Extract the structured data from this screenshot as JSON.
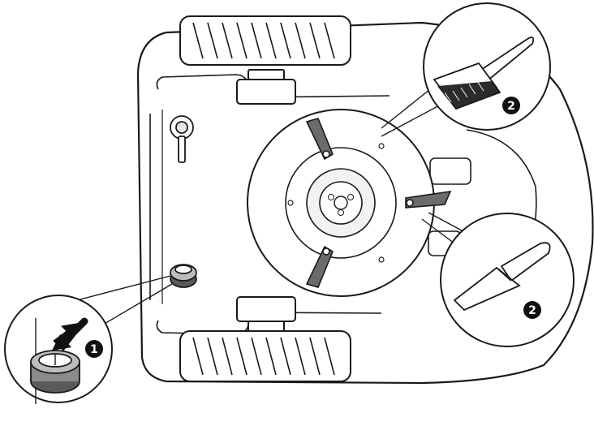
{
  "callouts": {
    "step1": {
      "label": "1",
      "meaning": ""
    },
    "step2_brush": {
      "label": "2"
    },
    "step2_scraper": {
      "label": "2"
    }
  },
  "icons": {
    "mower": "robot-mower-underside-icon",
    "brush": "cleaning-brush-icon",
    "scraper": "scraper-icon",
    "knob": "height-adjust-knob-icon",
    "arrow": "press-arrow-icon"
  },
  "colors": {
    "line": "#1a1a1a",
    "fill_light": "#f2f2f2",
    "fill_mid": "#bdbdbd",
    "fill_dark": "#5a5a5a",
    "badge": "#111111",
    "badge_text": "#ffffff"
  }
}
